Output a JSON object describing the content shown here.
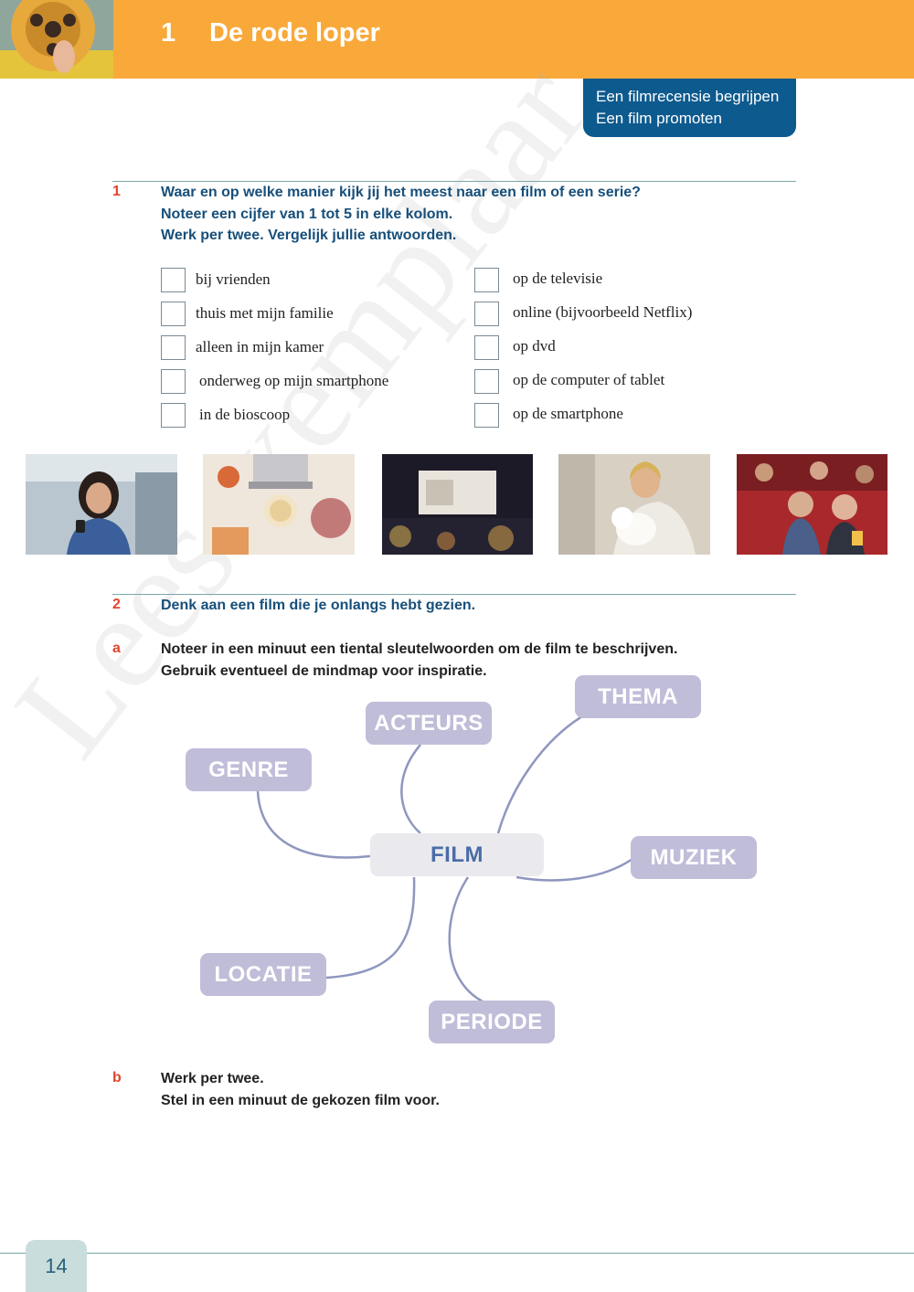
{
  "header": {
    "chapter_number": "1",
    "chapter_title": "De rode loper"
  },
  "goals": [
    "Een filmrecensie begrijpen",
    "Een film promoten"
  ],
  "exercise1": {
    "number": "1",
    "lines": [
      "Waar en op welke manier kijk jij het meest naar een film of een serie?",
      "Noteer een cijfer van 1 tot 5 in elke kolom.",
      "Werk per twee. Vergelijk jullie antwoorden."
    ],
    "left_options": [
      "bij vrienden",
      "thuis met mijn familie",
      "alleen in mijn kamer",
      "onderweg op mijn smartphone",
      "in de bioscoop"
    ],
    "right_options": [
      "op de televisie",
      "online (bijvoorbeeld Netflix)",
      "op dvd",
      "op de computer of tablet",
      "op de smartphone"
    ]
  },
  "exercise2": {
    "number": "2",
    "intro": "Denk aan een film die je onlangs hebt gezien.",
    "a": {
      "letter": "a",
      "lines": [
        "Noteer in een minuut een tiental sleutelwoorden om de film te beschrijven.",
        "Gebruik eventueel de mindmap voor inspiratie."
      ]
    },
    "b": {
      "letter": "b",
      "lines": [
        "Werk per twee.",
        "Stel in een minuut de gekozen film voor."
      ]
    }
  },
  "mindmap": {
    "center": "FILM",
    "nodes": [
      "GENRE",
      "ACTEURS",
      "THEMA",
      "MUZIEK",
      "LOCATIE",
      "PERIODE"
    ]
  },
  "watermark": "Leesexemplaar",
  "page_number": "14"
}
